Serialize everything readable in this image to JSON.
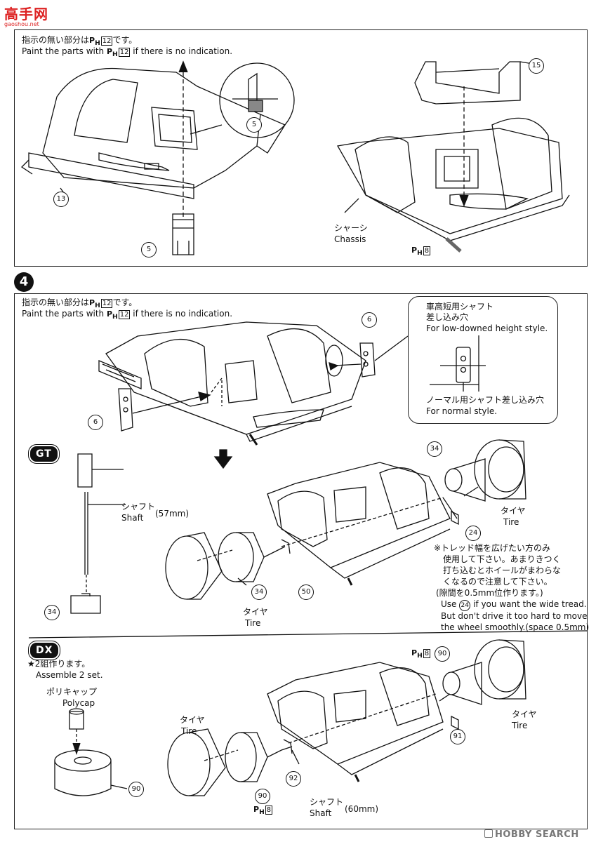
{
  "header": {
    "site_logo": "高手网",
    "site_url": "gaoshou.net"
  },
  "step3": {
    "instruction_jp": "指示の無い部分は",
    "instruction_jp_tail": "です。",
    "instruction_en": "Paint the parts with",
    "instruction_en_tail": "if there is no indication.",
    "paint_code": "12",
    "parts": {
      "p13": "13",
      "p5a": "5",
      "p5b": "5",
      "p15": "15"
    },
    "chassis_jp": "シャーシ",
    "chassis_en": "Chassis",
    "chassis_paint": "8"
  },
  "step4": {
    "number": "4",
    "instruction_jp": "指示の無い部分は",
    "instruction_jp_tail": "です。",
    "instruction_en": "Paint the parts with",
    "instruction_en_tail": "if there is no indication.",
    "paint_code": "12",
    "part6a": "6",
    "part6b": "6",
    "callout": {
      "low_jp1": "車高短用シャフト",
      "low_jp2": "差し込み穴",
      "low_en": "For low-downed height style.",
      "normal_jp": "ノーマル用シャフト差し込み穴",
      "normal_en": "For normal style."
    }
  },
  "gt": {
    "badge": "GT",
    "shaft_jp": "シャフト",
    "shaft_en": "Shaft",
    "shaft_len": "(57mm)",
    "p34a": "34",
    "p34b": "34",
    "p34c": "34",
    "p24": "24",
    "p50": "50",
    "tire_jp_r": "タイヤ",
    "tire_en_r": "Tire",
    "tire_jp_l": "タイヤ",
    "tire_en_l": "Tire",
    "note_jp1": "※トレッド幅を広げたい方のみ",
    "note_jp2": "使用して下さい。あまりきつく",
    "note_jp3": "打ち込むとホイールがまわらな",
    "note_jp4": "くなるので注意して下さい。",
    "note_jp5": "(隙間を0.5mm位作ります。)",
    "note_en1_pre": "Use",
    "note_en1_part": "24",
    "note_en1_post": "if you want the wide tread.",
    "note_en2": "But don't drive it too hard to move",
    "note_en3": "the wheel smoothly.(space 0.5mm)"
  },
  "dx": {
    "badge": "DX",
    "assemble_jp": "★2組作ります。",
    "assemble_en": "Assemble 2 set.",
    "polycap_jp": "ポリキャップ",
    "polycap_en": "Polycap",
    "p90a": "90",
    "p90b": "90",
    "p90c": "90",
    "p91": "91",
    "p92": "92",
    "paint_a": "8",
    "paint_b": "8",
    "tire_jp_r": "タイヤ",
    "tire_en_r": "Tire",
    "tire_jp_l": "タイヤ",
    "tire_en_l": "Tire",
    "shaft_jp": "シャフト",
    "shaft_en": "Shaft",
    "shaft_len": "(60mm)"
  },
  "watermark": "HOBBY SEARCH",
  "paint_prefix": "P",
  "paint_sub": "H"
}
